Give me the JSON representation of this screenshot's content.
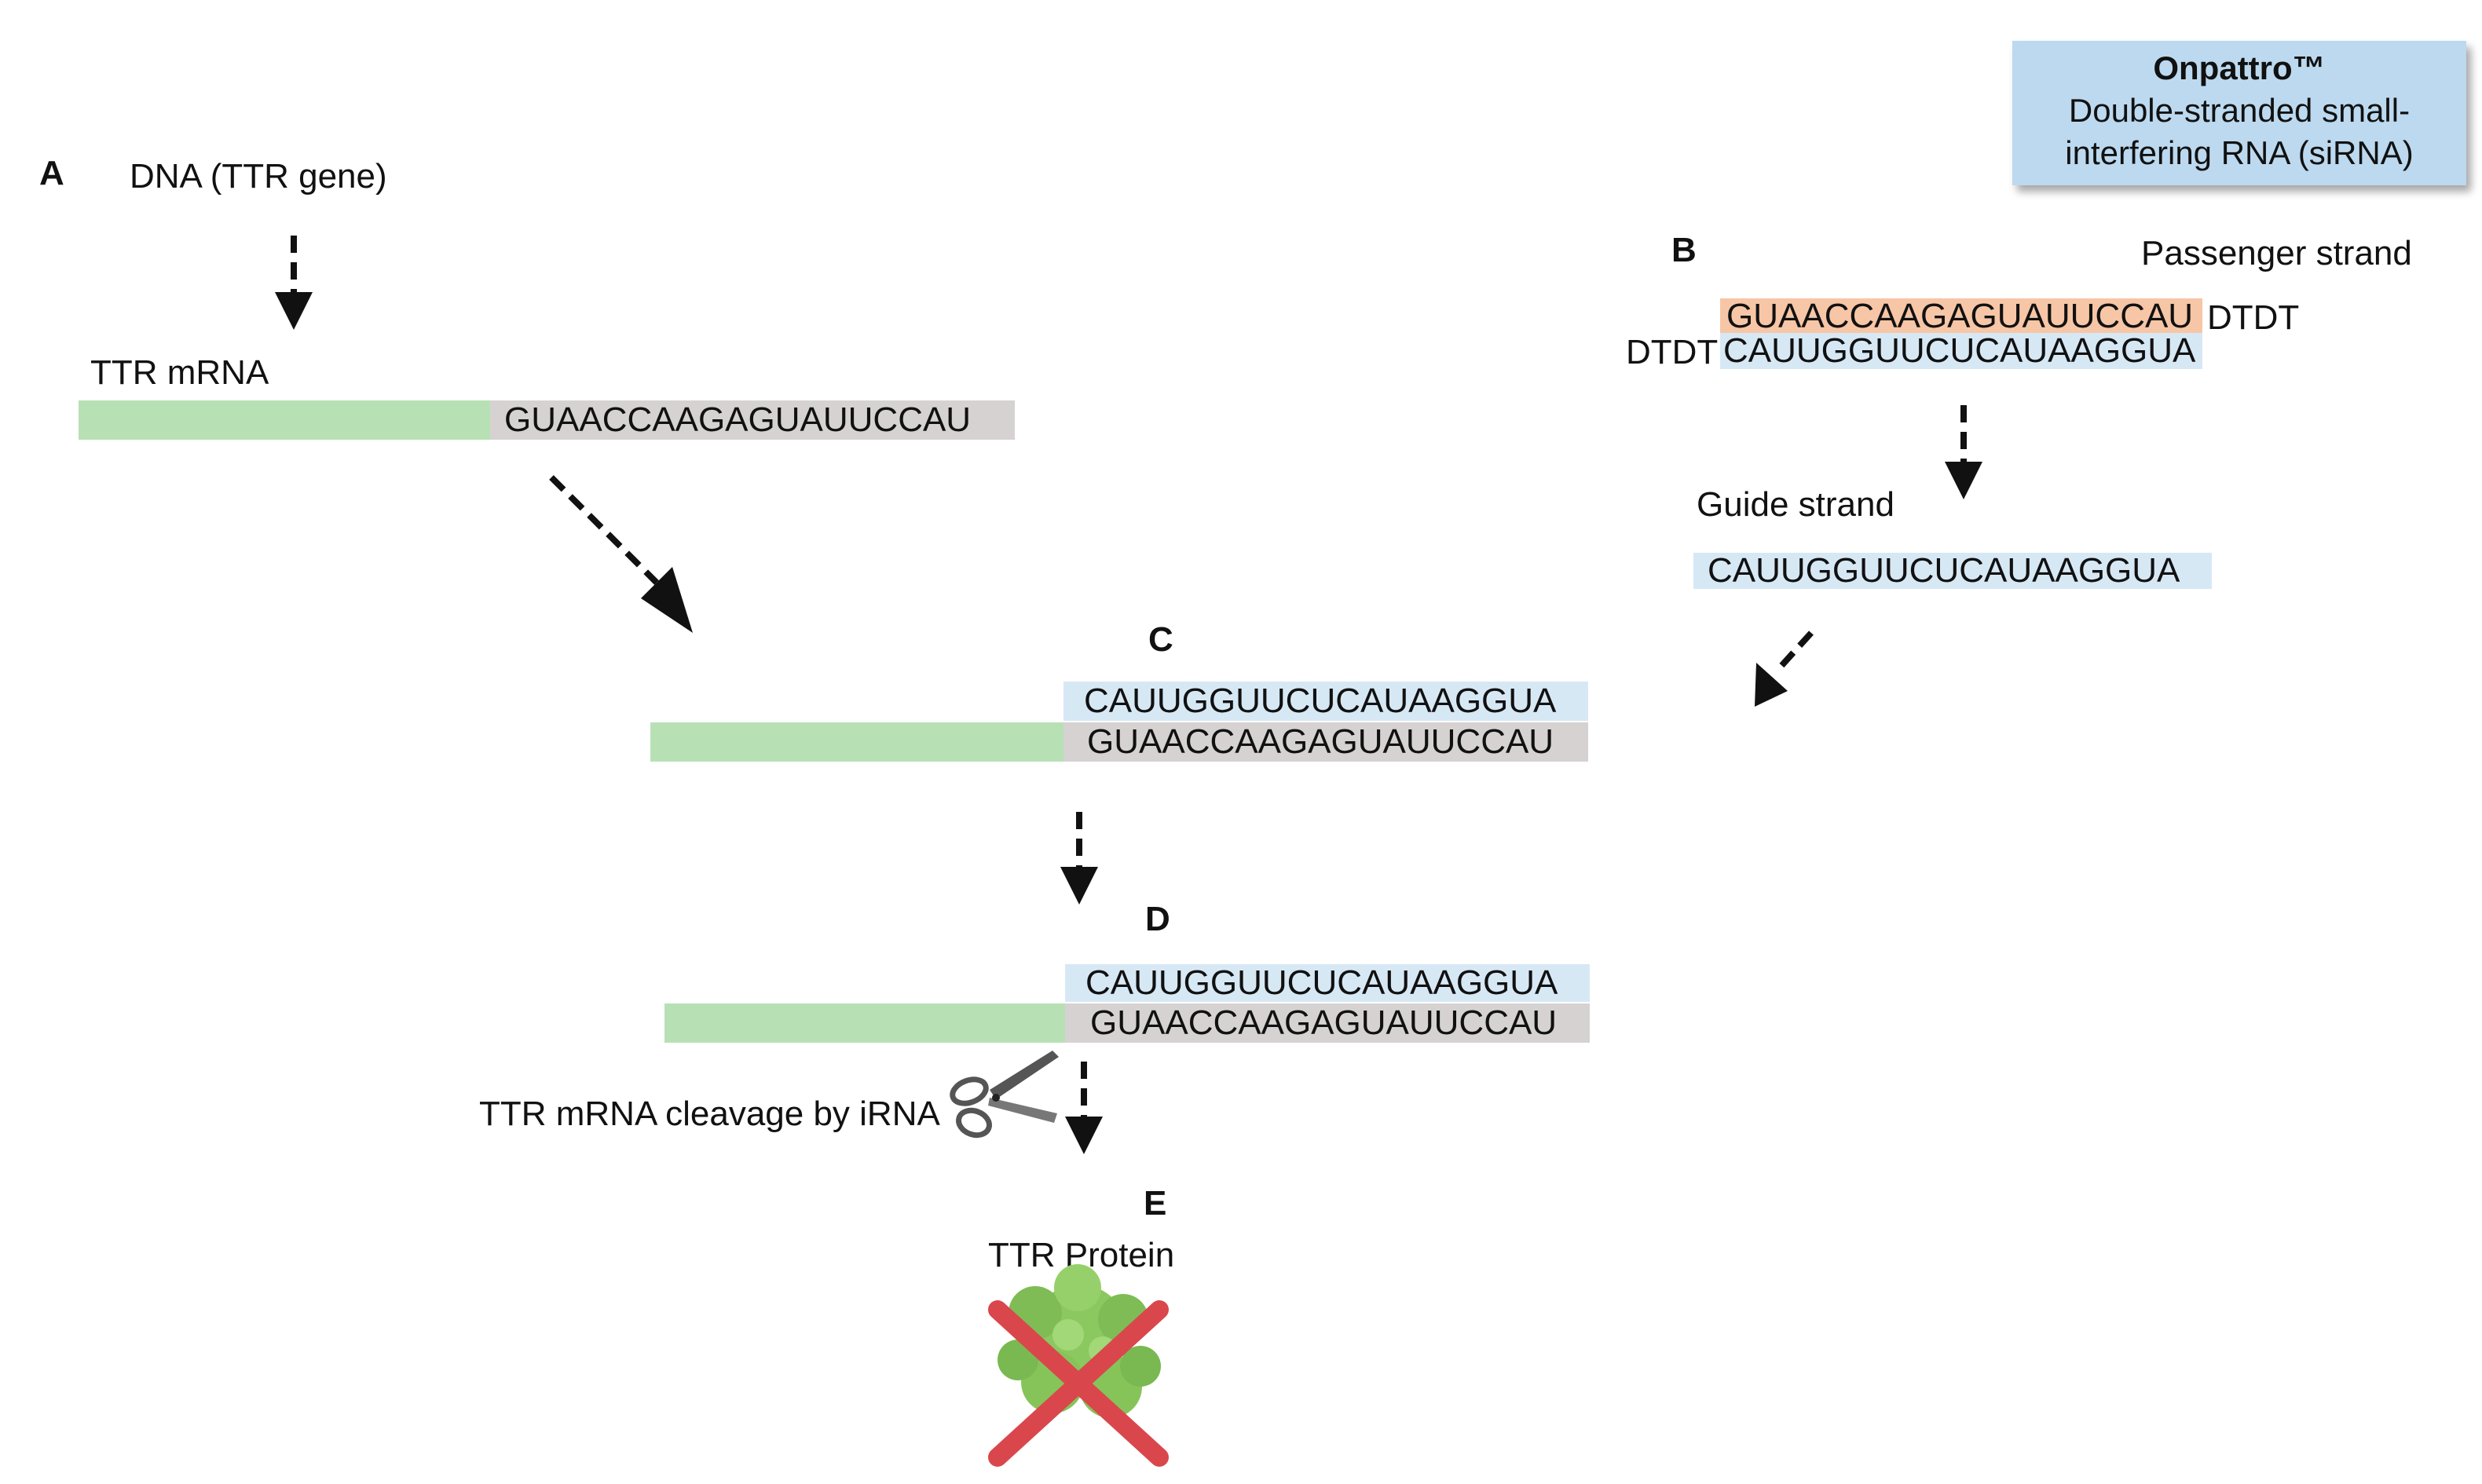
{
  "callout": {
    "brand": "Onpattro™",
    "line1": "Double-stranded small-",
    "line2": "interfering RNA (siRNA)"
  },
  "panel_a": {
    "letter": "A",
    "dna_label": "DNA (TTR gene)",
    "mrna_label": "TTR mRNA",
    "mrna_seq": "GUAACCAAGAGUAUUCCAU"
  },
  "panel_b": {
    "letter": "B",
    "passenger_label": "Passenger strand",
    "passenger_seq": "GUAACCAAGAGUAUUCCAU",
    "passenger_overhang": "DTDT",
    "guide_overhang": "DTDT",
    "guide_seq_duplex": "CAUUGGUUCUCAUAAGGUA",
    "guide_label": "Guide strand",
    "guide_seq": "CAUUGGUUCUCAUAAGGUA"
  },
  "panel_c": {
    "letter": "C",
    "guide_seq": "CAUUGGUUCUCAUAAGGUA",
    "target_seq": "GUAACCAAGAGUAUUCCAU"
  },
  "panel_d": {
    "letter": "D",
    "guide_seq": "CAUUGGUUCUCAUAAGGUA",
    "target_seq": "GUAACCAAGAGUAUUCCAU",
    "cleavage_label": "TTR mRNA cleavage by iRNA"
  },
  "panel_e": {
    "letter": "E",
    "protein_label": "TTR Protein"
  },
  "colors": {
    "mrna_body": "#b7e1b5",
    "target_region": "#d6d2d2",
    "guide_strand": "#d7e8f5",
    "passenger_strand": "#f7c6a6",
    "callout_bg": "#bcd9ef",
    "cross": "#d9474c",
    "protein": "#8cc860"
  },
  "icons": [
    "scissors-icon",
    "protein-blob-icon",
    "red-cross-icon",
    "dashed-arrow-icon"
  ]
}
